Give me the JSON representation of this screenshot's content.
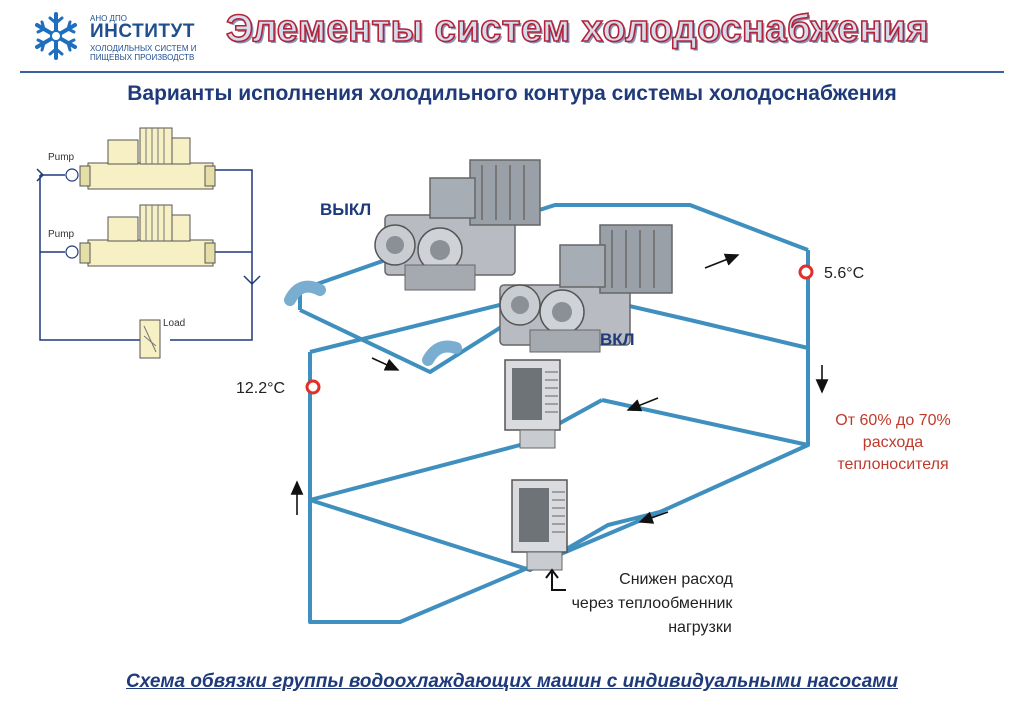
{
  "logo": {
    "small": "АНО ДПО",
    "big": "ИНСТИТУТ",
    "line1": "ХОЛОДИЛЬНЫХ СИСТЕМ И",
    "line2": "ПИЩЕВЫХ ПРОИЗВОДСТВ"
  },
  "title": "Элементы систем холодоснабжения",
  "subtitle": "Варианты исполнения холодильного контура системы холодоснабжения",
  "schematic": {
    "pump_top": "Pump",
    "pump_bottom": "Pump",
    "load": "Load"
  },
  "diagram": {
    "off_label": "ВЫКЛ",
    "on_label": "ВКЛ",
    "temp_supply": "5.6°C",
    "temp_return": "12.2°C",
    "flow_note": [
      "От 60% до 70%",
      "расхода",
      "теплоносителя"
    ],
    "reduced_note": [
      "Снижен расход",
      "через теплообменник",
      "нагрузки"
    ]
  },
  "caption": "Схема обвязки группы водоохлаждающих машин с индивидуальными насосами",
  "colors": {
    "pipe": "#3f8fbf",
    "title_fill": "#d6dcec",
    "title_stroke": "#b2243a",
    "heading": "#1f3a7a",
    "note_red": "#c0392b",
    "sensor": "#e0302a"
  }
}
